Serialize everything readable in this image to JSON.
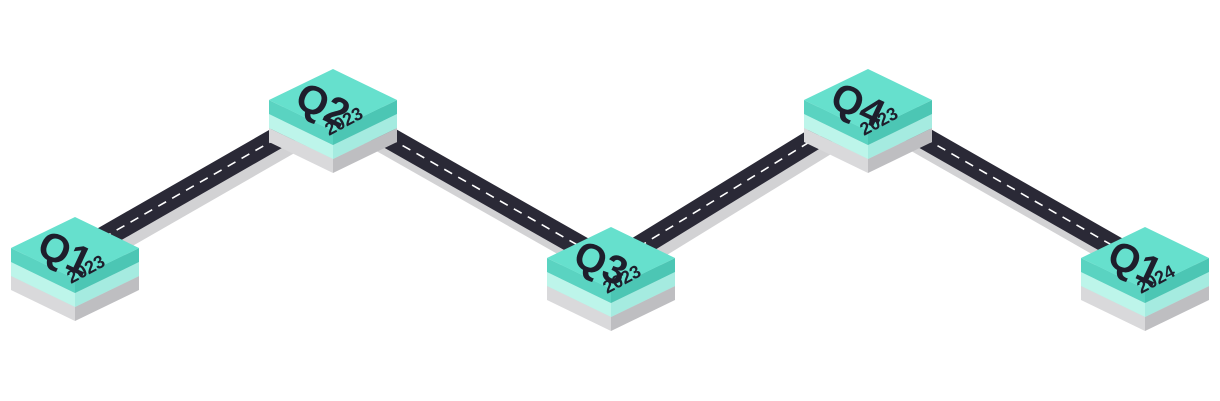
{
  "colors": {
    "road_asphalt": "#2a2936",
    "road_dash": "#ffffff",
    "road_shadow": "#d2d2d4",
    "tile_top": "#66e0cd",
    "tile_top_left_face": "#5ad3c1",
    "tile_top_right_face": "#4cc6b4",
    "tile_mid_left_face": "#bdf5ea",
    "tile_mid_right_face": "#a5ebe0",
    "tile_shadow_left_face": "#d9d9db",
    "tile_shadow_right_face": "#bebec1",
    "label_text": "#1e1e2c"
  },
  "milestones": [
    {
      "quarter": "Q1",
      "year": "2023"
    },
    {
      "quarter": "Q2",
      "year": "2023"
    },
    {
      "quarter": "Q3",
      "year": "2023"
    },
    {
      "quarter": "Q4",
      "year": "2023"
    },
    {
      "quarter": "Q1",
      "year": "2024"
    }
  ]
}
